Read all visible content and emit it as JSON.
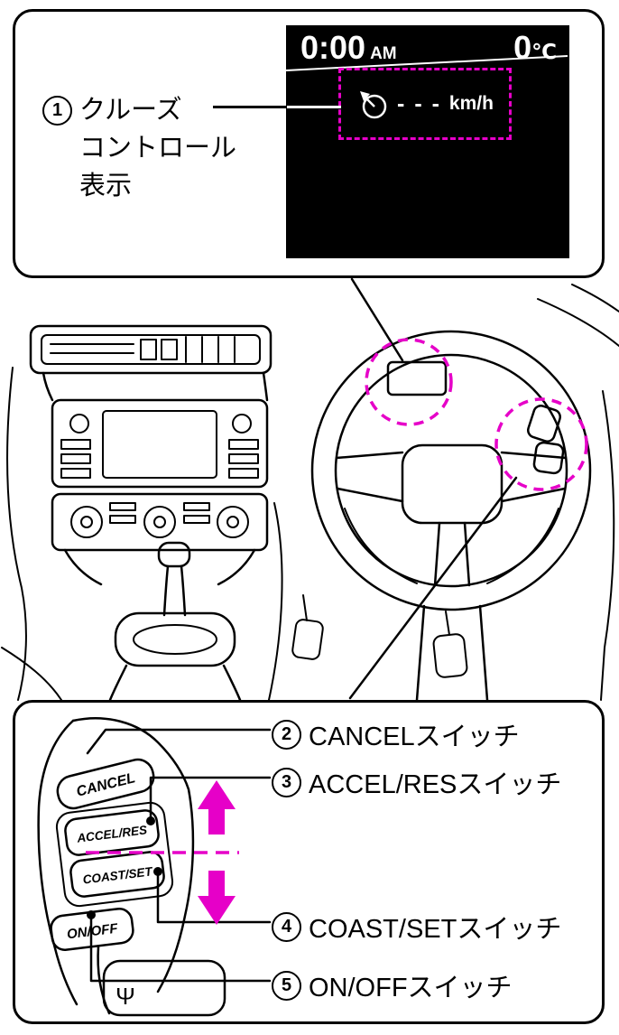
{
  "colors": {
    "highlight_magenta": "#e600c8",
    "display_background": "#000000",
    "display_text": "#ffffff",
    "line_art": "#000000"
  },
  "display": {
    "time": "0:00",
    "time_period": "AM",
    "temperature": "0",
    "temperature_unit": "℃",
    "cruise_speed_value": "- - -",
    "cruise_speed_unit": "km/h"
  },
  "callout_cruise_display": {
    "num": "1",
    "line1": "クルーズ",
    "line2": "コントロール",
    "line3": "表示"
  },
  "switch_labels": [
    {
      "num": "2",
      "text": "CANCELスイッチ"
    },
    {
      "num": "3",
      "text": "ACCEL/RESスイッチ"
    },
    {
      "num": "4",
      "text": "COAST/SETスイッチ"
    },
    {
      "num": "5",
      "text": "ON/OFFスイッチ"
    }
  ],
  "switch_pod": {
    "cancel": "CANCEL",
    "accel_res": "ACCEL/RES",
    "coast_set": "COAST/SET",
    "on_off": "ON/OFF",
    "horn_mark": "Ψ"
  }
}
